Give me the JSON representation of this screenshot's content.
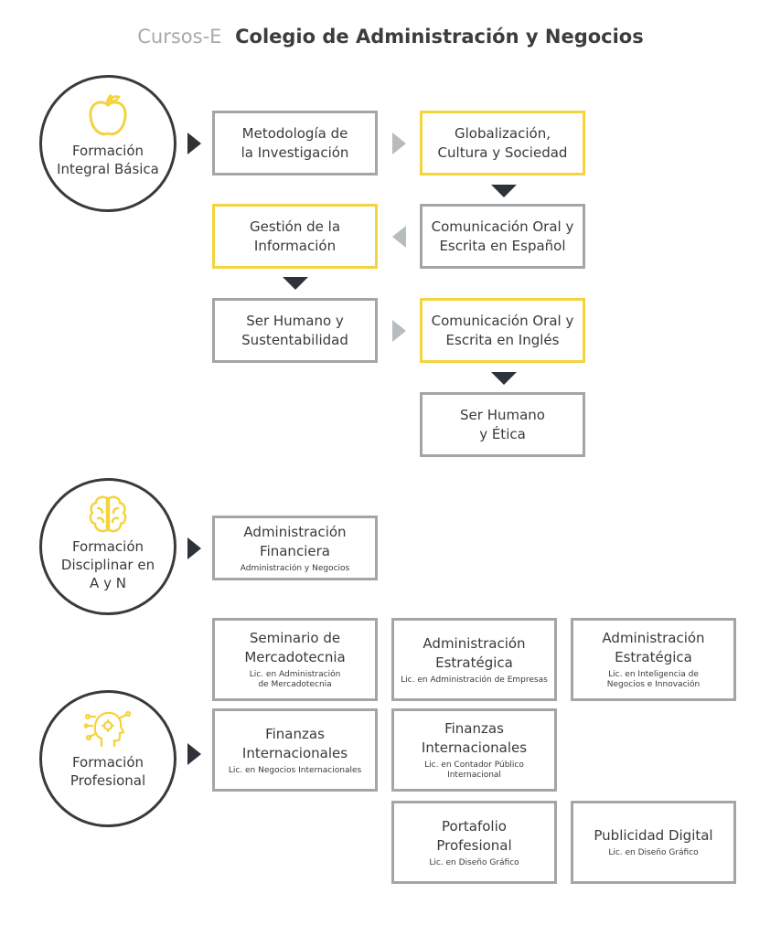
{
  "header": {
    "brand": "Cursos-E",
    "title": "Colegio de Administración y Negocios"
  },
  "colors": {
    "yellow": "#f4d33f",
    "gray_border": "#a2a6a9",
    "dark": "#2d3338"
  },
  "sections": [
    {
      "label": "Formación\nIntegral Básica",
      "icon": "apple-icon"
    },
    {
      "label": "Formación\nDisciplinar en\nA y N",
      "icon": "brain-icon"
    },
    {
      "label": "Formación\nProfesional",
      "icon": "head-circuit-icon"
    }
  ],
  "basica": [
    {
      "title": "Metodología de\nla Investigación"
    },
    {
      "title": "Globalización,\nCultura y Sociedad"
    },
    {
      "title": "Comunicación Oral y\nEscrita en Español"
    },
    {
      "title": "Gestión de la\nInformación"
    },
    {
      "title": "Ser Humano y\nSustentabilidad"
    },
    {
      "title": "Comunicación Oral y\nEscrita en Inglés"
    },
    {
      "title": "Ser Humano\ny Ética"
    }
  ],
  "disciplinar": [
    {
      "title": "Administración\nFinanciera",
      "sub": "Administración y Negocios"
    }
  ],
  "profesional": [
    {
      "title": "Seminario de\nMercadotecnia",
      "sub": "Lic. en Administración\nde Mercadotecnia"
    },
    {
      "title": "Administración\nEstratégica",
      "sub": "Lic. en Administración de Empresas"
    },
    {
      "title": "Administración\nEstratégica",
      "sub": "Lic. en Inteligencia de\nNegocios e Innovación"
    },
    {
      "title": "Finanzas\nInternacionales",
      "sub": "Lic. en Negocios Internacionales"
    },
    {
      "title": "Finanzas\nInternacionales",
      "sub": "Lic. en Contador Público\nInternacional"
    },
    {
      "title": "Portafolio\nProfesional",
      "sub": "Lic. en Diseño Gráfico"
    },
    {
      "title": "Publicidad Digital",
      "sub": "Lic. en Diseño Gráfico"
    }
  ]
}
